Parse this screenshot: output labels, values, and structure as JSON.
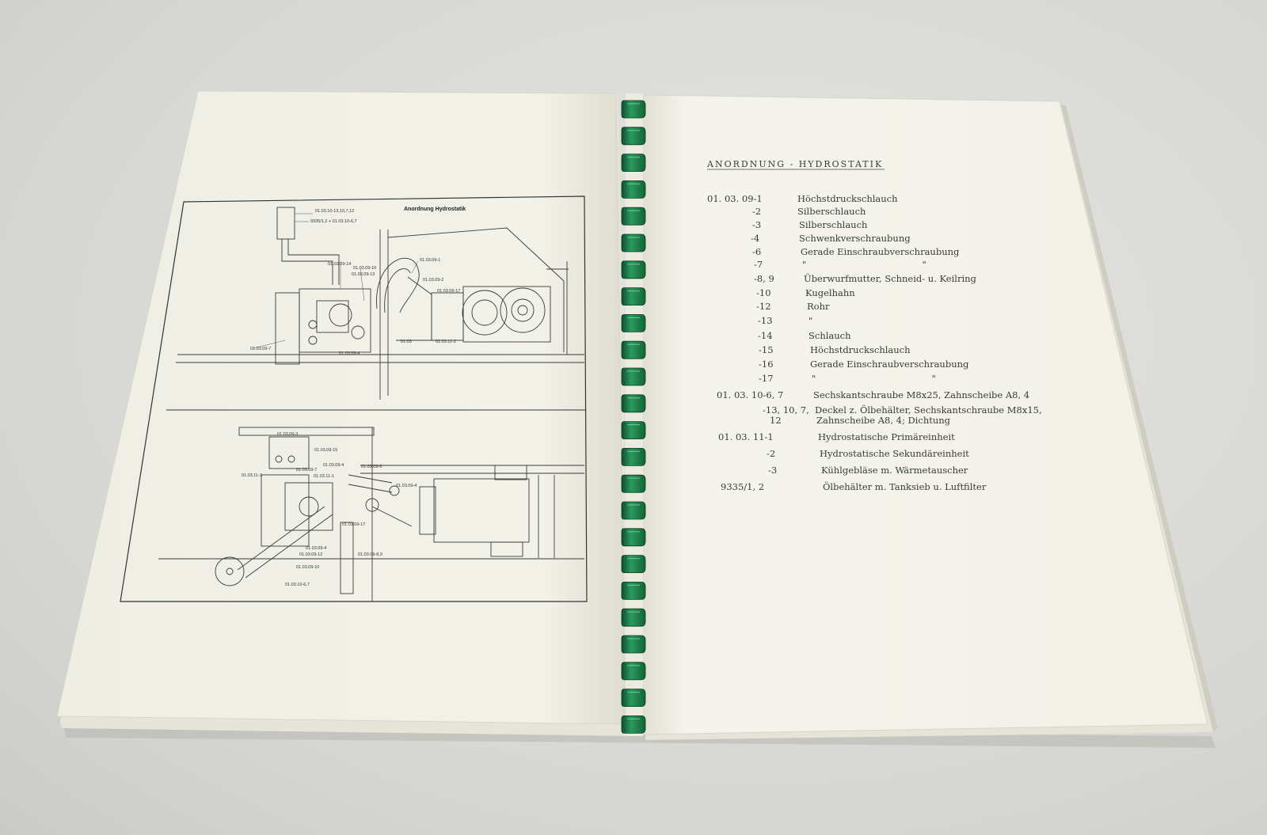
{
  "colors": {
    "background": "#d8d8d4",
    "paper": "#f4f3ea",
    "spiral": "#1e7a4a",
    "ink": "#333333"
  },
  "left_page": {
    "drawing_title": "Anordnung Hydrostatik",
    "upper_labels": [
      "01.03.10-13,10,7,12",
      "9335/1,2 + 01.03.10-6,7",
      "01.03.09-14",
      "01.03.09-16",
      "01.03.09-13",
      "01.03.09-1",
      "01.03.09-2",
      "01.03.09-17",
      "01.03.09-7",
      "01.03.09-4",
      "01.03",
      "01.03.11-2"
    ],
    "lower_labels": [
      "01.03.09-3",
      "01.03.09-15",
      "01.03.09-4",
      "01.03.09-6",
      "01.03.11-3",
      "01.03.09-7",
      "01.03.11-1",
      "01.03.09-4",
      "01.03.09-17",
      "01.03.09-4",
      "01.03.09-12",
      "01.03.09-8,9",
      "01.03.09-10",
      "01.03.10-6,7"
    ]
  },
  "right_page": {
    "heading": "ANORDNUNG - HYDROSTATIK",
    "items": [
      {
        "code": "01. 03. 09-1",
        "desc": "Höchstdruckschlauch"
      },
      {
        "code": "-2",
        "desc": "Silberschlauch"
      },
      {
        "code": "-3",
        "desc": "Silberschlauch"
      },
      {
        "code": "-4",
        "desc": "Schwenkverschraubung"
      },
      {
        "code": "-6",
        "desc": "Gerade Einschraubverschraubung"
      },
      {
        "code": "-7",
        "desc": "\"                                        \""
      },
      {
        "code": "-8, 9",
        "desc": "Überwurfmutter, Schneid- u. Keilring"
      },
      {
        "code": "-10",
        "desc": "Kugelhahn"
      },
      {
        "code": "-12",
        "desc": "Rohr"
      },
      {
        "code": "-13",
        "desc": "\""
      },
      {
        "code": "-14",
        "desc": "Schlauch"
      },
      {
        "code": "-15",
        "desc": "Höchstdruckschlauch"
      },
      {
        "code": "-16",
        "desc": "Gerade Einschraubverschraubung"
      },
      {
        "code": "-17",
        "desc": "\"                                        \""
      },
      {
        "code": "01. 03. 10-6, 7",
        "desc": "Sechskantschraube M8x25, Zahnscheibe A8, 4"
      },
      {
        "code": "-13, 10, 7,",
        "desc": "Deckel z. Ölbehälter, Sechskantschraube M8x15,"
      },
      {
        "code": "12",
        "desc": "Zahnscheibe A8, 4; Dichtung"
      },
      {
        "code": "01. 03. 11-1",
        "desc": "Hydrostatische Primäreinheit"
      },
      {
        "code": "-2",
        "desc": "Hydrostatische Sekundäreinheit"
      },
      {
        "code": "-3",
        "desc": "Kühlgebläse m. Wärmetauscher"
      },
      {
        "code": "9335/1, 2",
        "desc": "Ölbehälter m. Tanksieb u. Luftfilter"
      }
    ]
  }
}
